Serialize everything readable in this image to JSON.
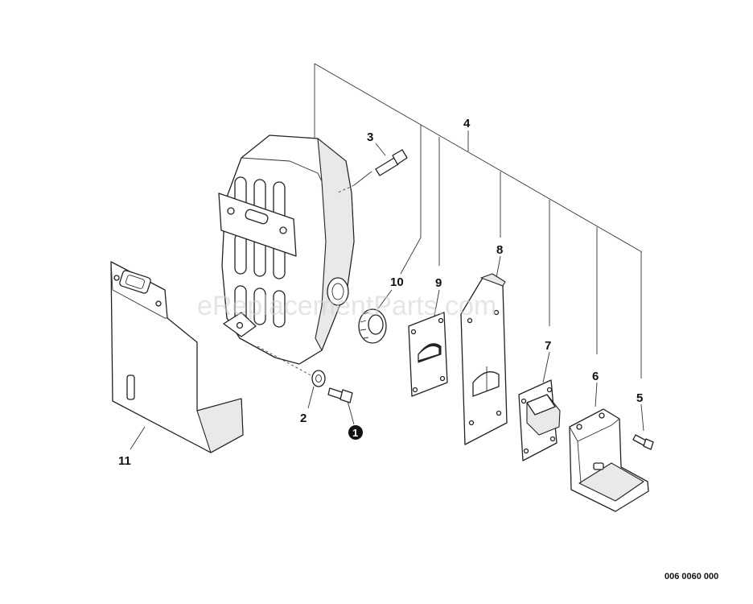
{
  "callouts": {
    "c1": "1",
    "c2": "2",
    "c3": "3",
    "c4": "4",
    "c5": "5",
    "c6": "6",
    "c7": "7",
    "c8": "8",
    "c9": "9",
    "c10": "10",
    "c11": "11"
  },
  "watermark": "eReplacementParts.com",
  "document_number": "006 0060 000",
  "colors": {
    "line": "#222222",
    "watermark": "#cfcfcf",
    "bullet": "#111111"
  }
}
